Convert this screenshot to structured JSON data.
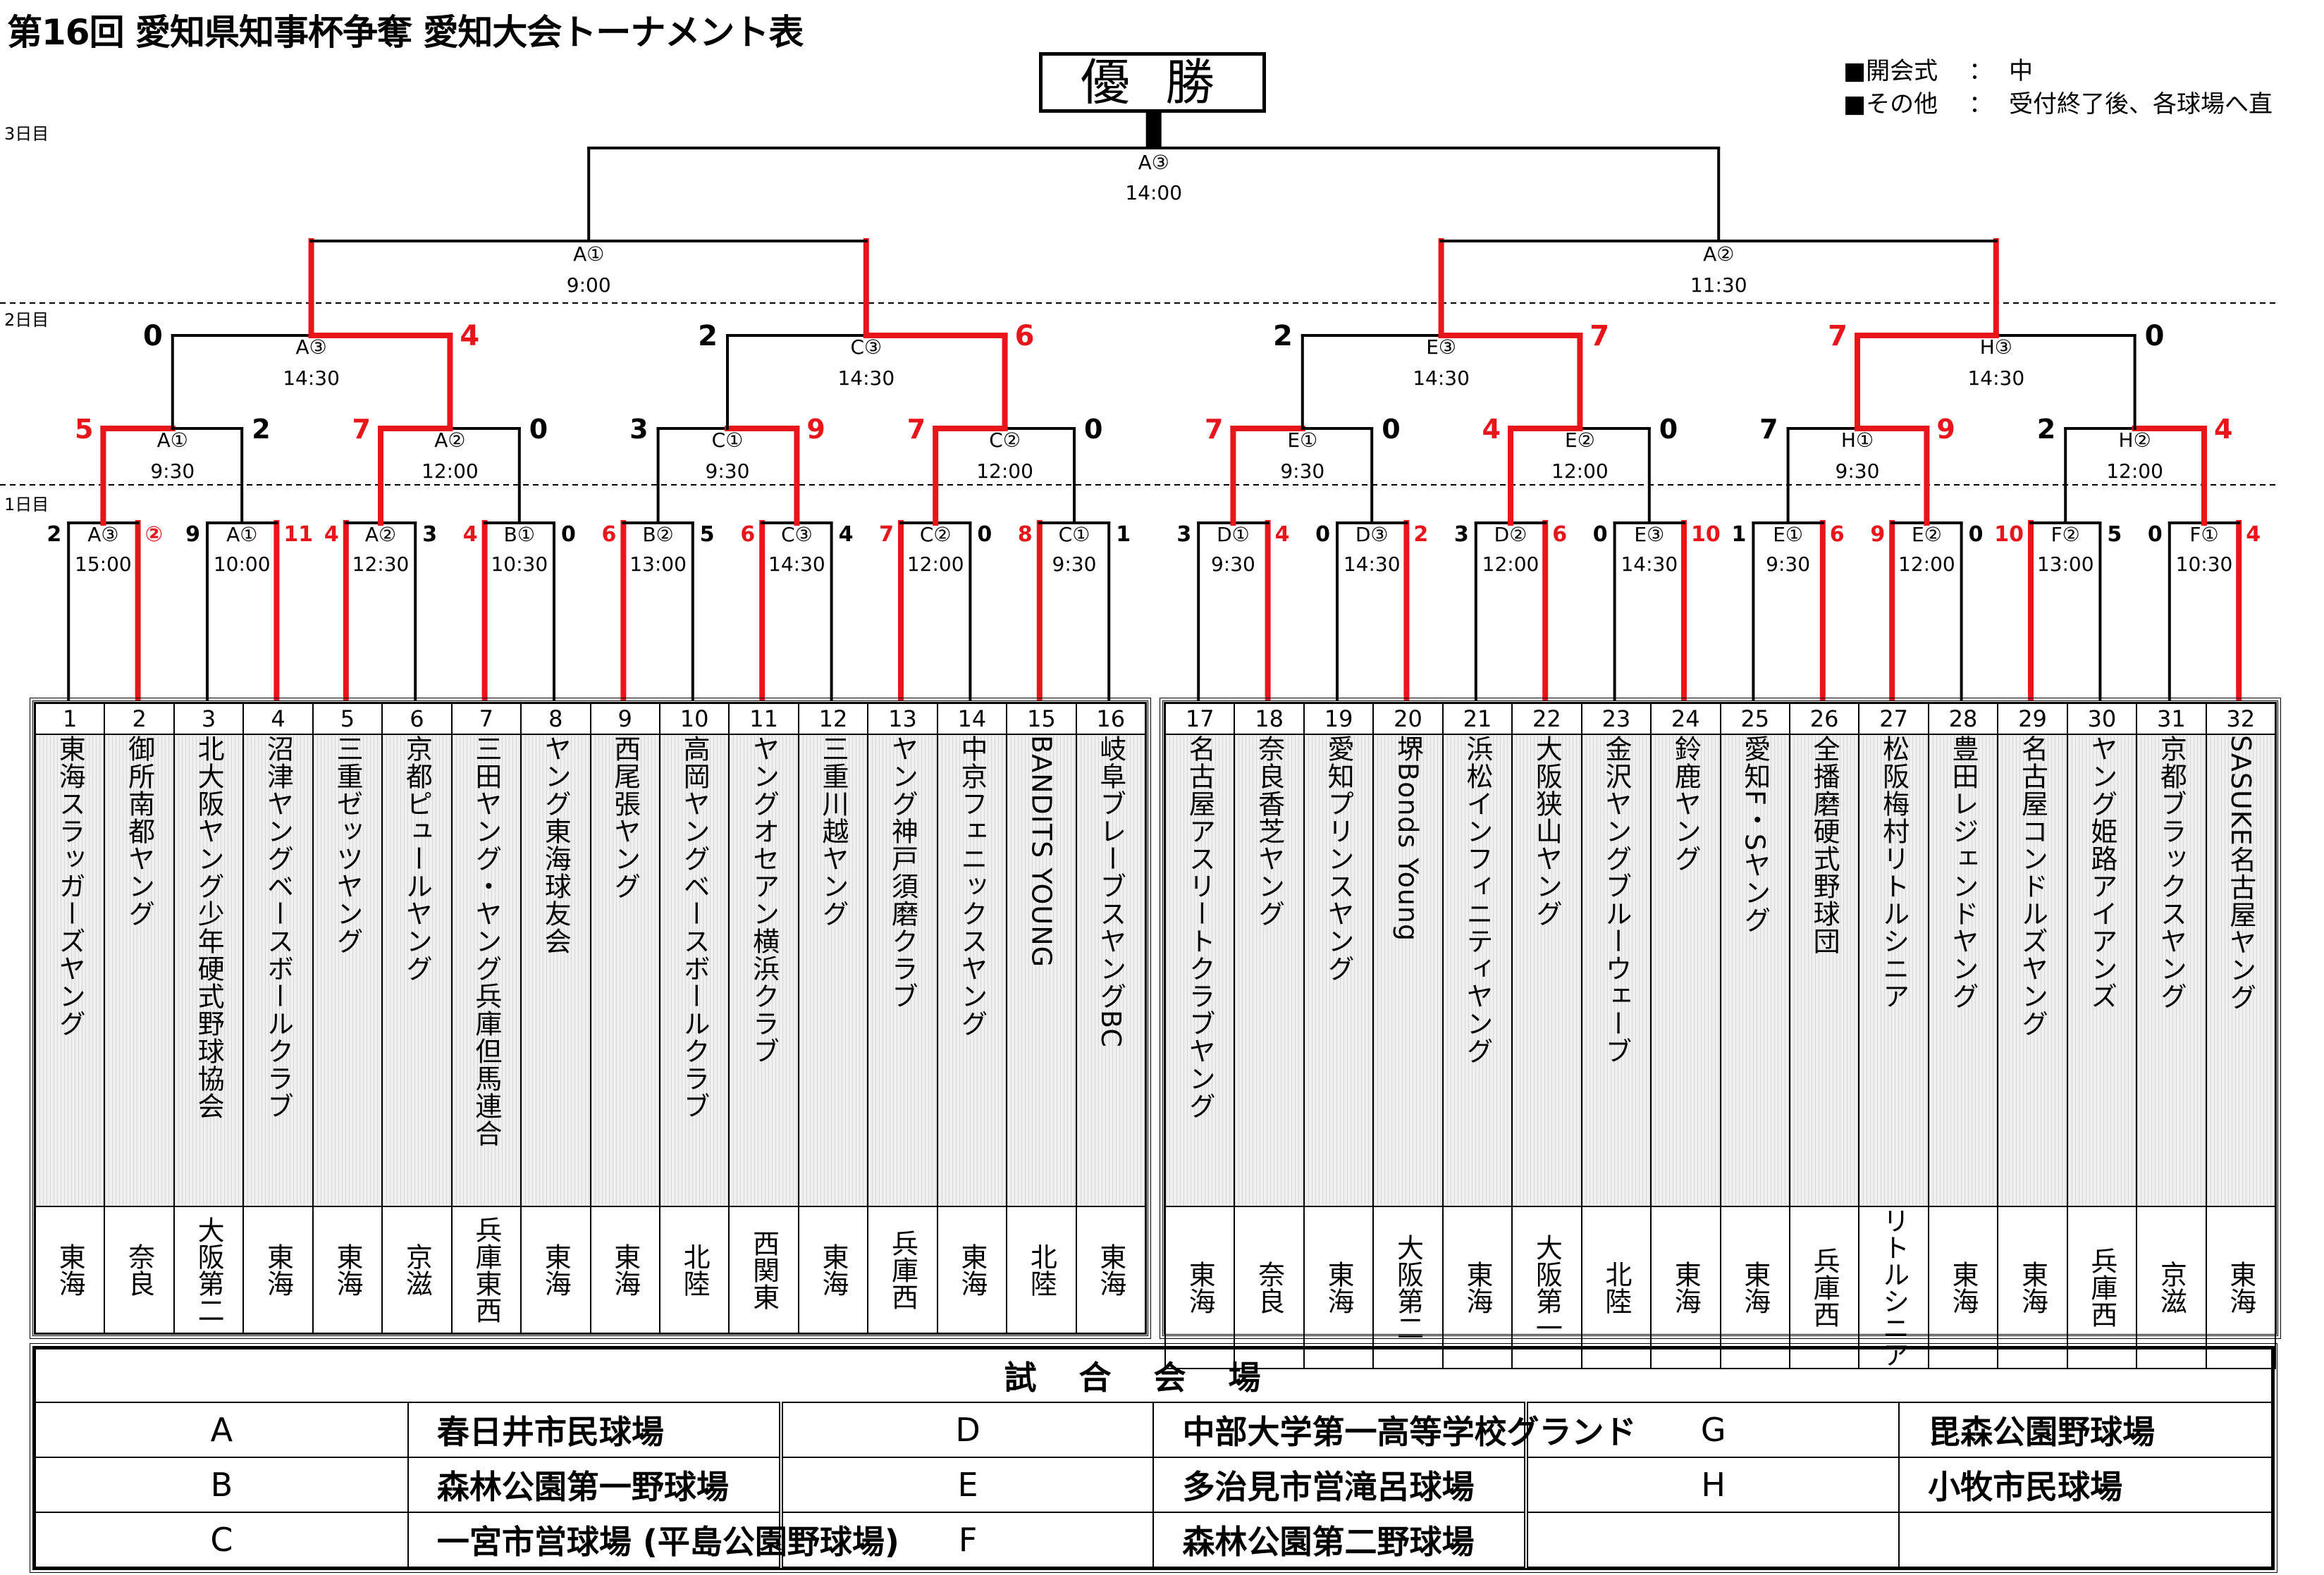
{
  "title": "第16回 愛知県知事杯争奪 愛知大会トーナメント表",
  "champion_label": "優 勝",
  "notes": [
    {
      "key": "■開会式",
      "sep": "：",
      "value": "中"
    },
    {
      "key": "■その他",
      "sep": "：",
      "value": "受付終了後、各球場へ直"
    }
  ],
  "day_labels": {
    "day3": "3日目",
    "day2": "2日目",
    "day1": "1日目"
  },
  "colors": {
    "winner_line": "#e8161a",
    "line": "#000000",
    "score_red": "#e8161a"
  },
  "final": {
    "venue": "A③",
    "time": "14:00"
  },
  "semifinals": [
    {
      "venue": "A①",
      "time": "9:00"
    },
    {
      "venue": "A②",
      "time": "11:30"
    }
  ],
  "quarterfinals": [
    {
      "venue": "A③",
      "time": "14:30",
      "score_left": "0",
      "score_right": "4",
      "winner": "right"
    },
    {
      "venue": "C③",
      "time": "14:30",
      "score_left": "2",
      "score_right": "6",
      "winner": "right"
    },
    {
      "venue": "E③",
      "time": "14:30",
      "score_left": "2",
      "score_right": "7",
      "winner": "right"
    },
    {
      "venue": "H③",
      "time": "14:30",
      "score_left": "7",
      "score_right": "0",
      "winner": "left"
    }
  ],
  "round2": [
    {
      "venue": "A①",
      "time": "9:30",
      "score_left": "5",
      "score_right": "2",
      "winner": "left"
    },
    {
      "venue": "A②",
      "time": "12:00",
      "score_left": "7",
      "score_right": "0",
      "winner": "left"
    },
    {
      "venue": "C①",
      "time": "9:30",
      "score_left": "3",
      "score_right": "9",
      "winner": "right"
    },
    {
      "venue": "C②",
      "time": "12:00",
      "score_left": "7",
      "score_right": "0",
      "winner": "left"
    },
    {
      "venue": "E①",
      "time": "9:30",
      "score_left": "7",
      "score_right": "0",
      "winner": "left"
    },
    {
      "venue": "E②",
      "time": "12:00",
      "score_left": "4",
      "score_right": "0",
      "winner": "left"
    },
    {
      "venue": "H①",
      "time": "9:30",
      "score_left": "7",
      "score_right": "9",
      "winner": "right"
    },
    {
      "venue": "H②",
      "time": "12:00",
      "score_left": "2",
      "score_right": "4",
      "winner": "right"
    }
  ],
  "round1": [
    {
      "venue": "A③",
      "time": "15:00",
      "score_left": "2",
      "score_right": "②",
      "winner": "right"
    },
    {
      "venue": "A①",
      "time": "10:00",
      "score_left": "9",
      "score_right": "11",
      "winner": "right"
    },
    {
      "venue": "A②",
      "time": "12:30",
      "score_left": "4",
      "score_right": "3",
      "winner": "left"
    },
    {
      "venue": "B①",
      "time": "10:30",
      "score_left": "4",
      "score_right": "0",
      "winner": "left"
    },
    {
      "venue": "B②",
      "time": "13:00",
      "score_left": "6",
      "score_right": "5",
      "winner": "left"
    },
    {
      "venue": "C③",
      "time": "14:30",
      "score_left": "6",
      "score_right": "4",
      "winner": "left"
    },
    {
      "venue": "C②",
      "time": "12:00",
      "score_left": "7",
      "score_right": "0",
      "winner": "left"
    },
    {
      "venue": "C①",
      "time": "9:30",
      "score_left": "8",
      "score_right": "1",
      "winner": "left"
    },
    {
      "venue": "D①",
      "time": "9:30",
      "score_left": "3",
      "score_right": "4",
      "winner": "right"
    },
    {
      "venue": "D③",
      "time": "14:30",
      "score_left": "0",
      "score_right": "2",
      "winner": "right"
    },
    {
      "venue": "D②",
      "time": "12:00",
      "score_left": "3",
      "score_right": "6",
      "winner": "right"
    },
    {
      "venue": "E③",
      "time": "14:30",
      "score_left": "0",
      "score_right": "10",
      "winner": "right"
    },
    {
      "venue": "E①",
      "time": "9:30",
      "score_left": "1",
      "score_right": "6",
      "winner": "right"
    },
    {
      "venue": "E②",
      "time": "12:00",
      "score_left": "9",
      "score_right": "0",
      "winner": "left"
    },
    {
      "venue": "F②",
      "time": "13:00",
      "score_left": "10",
      "score_right": "5",
      "winner": "left"
    },
    {
      "venue": "F①",
      "time": "10:30",
      "score_left": "0",
      "score_right": "4",
      "winner": "right"
    }
  ],
  "teams": [
    {
      "no": "1",
      "name": "東海スラッガーズヤング",
      "region": "東海"
    },
    {
      "no": "2",
      "name": "御所南都ヤング",
      "region": "奈良"
    },
    {
      "no": "3",
      "name": "北大阪ヤング少年硬式野球協会",
      "region": "大阪第二"
    },
    {
      "no": "4",
      "name": "沼津ヤングベースボールクラブ",
      "region": "東海"
    },
    {
      "no": "5",
      "name": "三重ゼッツヤング",
      "region": "東海"
    },
    {
      "no": "6",
      "name": "京都ピュールヤング",
      "region": "京滋"
    },
    {
      "no": "7",
      "name": "三田ヤング・ヤング兵庫但馬連合",
      "region": "兵庫東西"
    },
    {
      "no": "8",
      "name": "ヤング東海球友会",
      "region": "東海"
    },
    {
      "no": "9",
      "name": "西尾張ヤング",
      "region": "東海"
    },
    {
      "no": "10",
      "name": "高岡ヤングベースボールクラブ",
      "region": "北陸"
    },
    {
      "no": "11",
      "name": "ヤングオセアン横浜クラブ",
      "region": "西関東"
    },
    {
      "no": "12",
      "name": "三重川越ヤング",
      "region": "東海"
    },
    {
      "no": "13",
      "name": "ヤング神戸須磨クラブ",
      "region": "兵庫西"
    },
    {
      "no": "14",
      "name": "中京フェニックスヤング",
      "region": "東海"
    },
    {
      "no": "15",
      "name": "BANDITS YOUNG",
      "region": "北陸"
    },
    {
      "no": "16",
      "name": "岐阜ブレーブスヤングBC",
      "region": "東海"
    },
    {
      "no": "17",
      "name": "名古屋アスリートクラブヤング",
      "region": "東海"
    },
    {
      "no": "18",
      "name": "奈良香芝ヤング",
      "region": "奈良"
    },
    {
      "no": "19",
      "name": "愛知プリンスヤング",
      "region": "東海"
    },
    {
      "no": "20",
      "name": "堺Bonds Young",
      "region": "大阪第二"
    },
    {
      "no": "21",
      "name": "浜松インフィニティヤング",
      "region": "東海"
    },
    {
      "no": "22",
      "name": "大阪狭山ヤング",
      "region": "大阪第一"
    },
    {
      "no": "23",
      "name": "金沢ヤングブルーウェーブ",
      "region": "北陸"
    },
    {
      "no": "24",
      "name": "鈴鹿ヤング",
      "region": "東海"
    },
    {
      "no": "25",
      "name": "愛知F・Sヤング",
      "region": "東海"
    },
    {
      "no": "26",
      "name": "全播磨硬式野球団",
      "region": "兵庫西"
    },
    {
      "no": "27",
      "name": "松阪梅村リトルシニア",
      "region": "リトルシニア"
    },
    {
      "no": "28",
      "name": "豊田レジェンドヤング",
      "region": "東海"
    },
    {
      "no": "29",
      "name": "名古屋コンドルズヤング",
      "region": "東海"
    },
    {
      "no": "30",
      "name": "ヤング姫路アイアンズ",
      "region": "兵庫西"
    },
    {
      "no": "31",
      "name": "京都ブラックスヤング",
      "region": "京滋"
    },
    {
      "no": "32",
      "name": "SASUKE名古屋ヤング",
      "region": "東海"
    }
  ],
  "venues": {
    "heading": "試合会場",
    "rows": [
      [
        {
          "code": "A",
          "name": "春日井市民球場"
        },
        {
          "code": "D",
          "name": "中部大学第一高等学校グランド"
        },
        {
          "code": "G",
          "name": "毘森公園野球場"
        }
      ],
      [
        {
          "code": "B",
          "name": "森林公園第一野球場"
        },
        {
          "code": "E",
          "name": "多治見市営滝呂球場"
        },
        {
          "code": "H",
          "name": "小牧市民球場"
        }
      ],
      [
        {
          "code": "C",
          "name": "一宮市営球場 (平島公園野球場)"
        },
        {
          "code": "F",
          "name": "森林公園第二野球場"
        },
        {
          "code": "",
          "name": ""
        }
      ]
    ]
  }
}
